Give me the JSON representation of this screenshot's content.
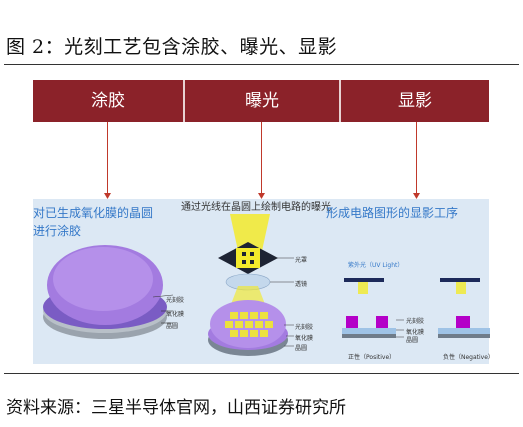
{
  "figure": {
    "title": "图 2：光刻工艺包含涂胶、曝光、显影",
    "source": "资料来源：三星半导体官网，山西证券研究所"
  },
  "steps": [
    {
      "label": "涂胶"
    },
    {
      "label": "曝光"
    },
    {
      "label": "显影"
    }
  ],
  "panel": {
    "coating_text_line1": "对已生成氧化膜的晶圆",
    "coating_text_line2": "进行涂胶",
    "exposure_text": "通过光线在晶圆上绘制电路的曝光",
    "develop_text": "形成电路图形的显影工序",
    "wafer_labels": [
      "光刻胶",
      "氧化膜",
      "晶圆"
    ],
    "mask_labels": [
      "光罩",
      "透镜"
    ],
    "exposure_wafer_labels": [
      "光刻胶",
      "氧化膜",
      "晶圆"
    ],
    "uv_label": "紫外光（UV Light）",
    "develop_layer_labels": [
      "光刻胶",
      "氧化膜",
      "晶圆"
    ],
    "positive_label": "正性（Positive）",
    "negative_label": "负性（Negative）"
  },
  "colors": {
    "bar": "#8b2229",
    "arrow": "#c0392b",
    "panel_bg": "#dce8f4",
    "photoresist": "#9b6fd6",
    "uv": "#f3ea2b"
  }
}
